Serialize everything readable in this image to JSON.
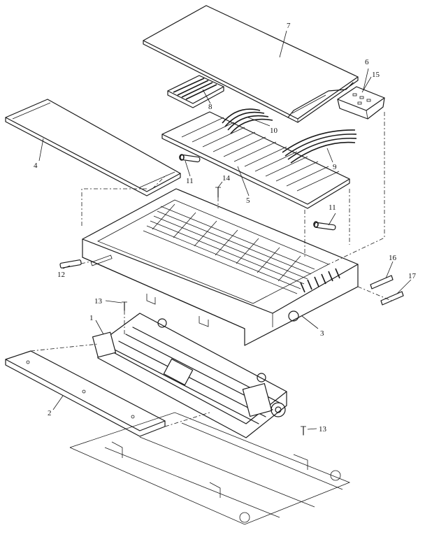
{
  "diagram": {
    "type": "exploded-parts-drawing",
    "callouts": [
      {
        "id": "c1",
        "label": "1"
      },
      {
        "id": "c2",
        "label": "2"
      },
      {
        "id": "c3",
        "label": "3"
      },
      {
        "id": "c4",
        "label": "4"
      },
      {
        "id": "c5",
        "label": "5"
      },
      {
        "id": "c6",
        "label": "6"
      },
      {
        "id": "c7",
        "label": "7"
      },
      {
        "id": "c8",
        "label": "8"
      },
      {
        "id": "c9",
        "label": "9"
      },
      {
        "id": "c10",
        "label": "10"
      },
      {
        "id": "c11a",
        "label": "11"
      },
      {
        "id": "c11b",
        "label": "11"
      },
      {
        "id": "c12",
        "label": "12"
      },
      {
        "id": "c13a",
        "label": "13"
      },
      {
        "id": "c13b",
        "label": "13"
      },
      {
        "id": "c14",
        "label": "14"
      },
      {
        "id": "c15",
        "label": "15"
      },
      {
        "id": "c16",
        "label": "16"
      },
      {
        "id": "c17",
        "label": "17"
      }
    ]
  }
}
